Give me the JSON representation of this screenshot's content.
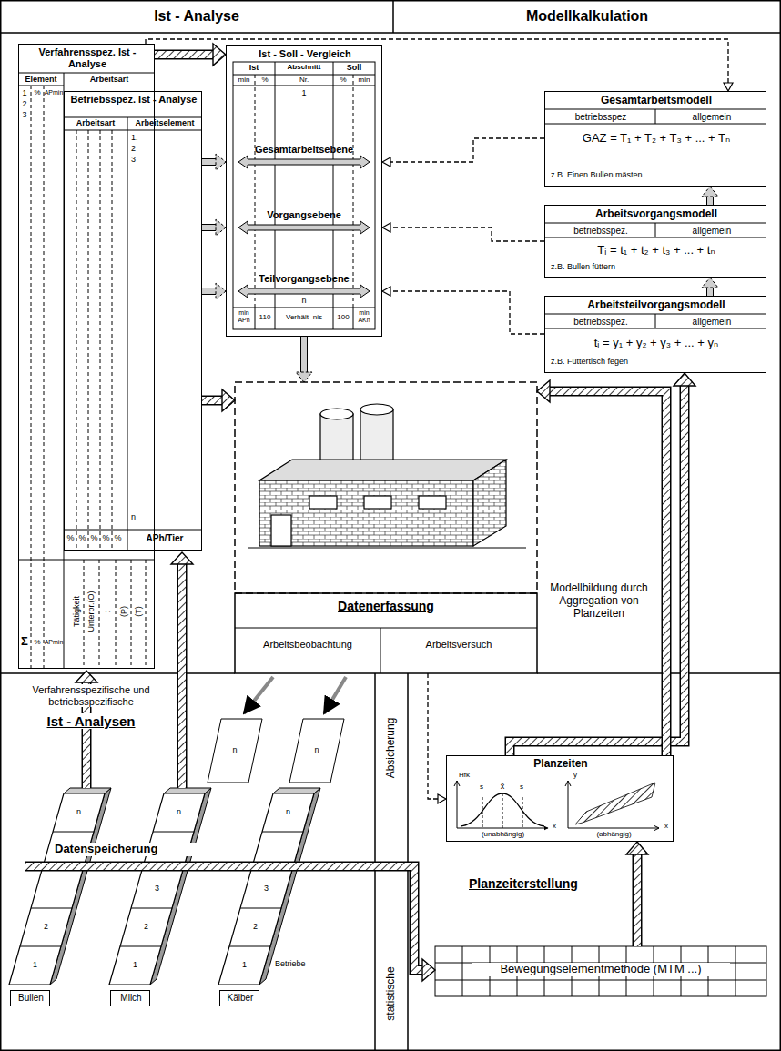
{
  "diagram": {
    "nodes": [
      {
        "text": [
          "Ist - Analyse"
        ]
      },
      {
        "text": [
          "Modellkalkulation"
        ]
      },
      {
        "text": [
          "Verfahrensspez. Ist - Analyse"
        ]
      },
      {
        "text": [
          "Betriebsspez. Ist - Analyse"
        ]
      },
      {
        "text": [
          "Ist - Soll - Vergleich"
        ]
      },
      {
        "text": [
          "Gesamtarbeitsmodell",
          "betriebsspez",
          "allgemein",
          "GAZ = T₁ + T₂ + T₃ + ... + Tₙ",
          "z.B. Einen Bullen mästen"
        ]
      },
      {
        "text": [
          "Arbeitsvorgangsmodell",
          "betriebsspez.",
          "allgemein",
          "Tᵢ = t₁ + t₂ + t₃ + ... + tₙ",
          "z.B. Bullen füttern"
        ]
      },
      {
        "text": [
          "Arbeitsteilvorgangsmodell",
          "betriebsspez.",
          "allgemein",
          "tᵢ = y₁ + y₂ + y₃ + ... + yₙ",
          "z.B. Futtertisch fegen"
        ]
      },
      {
        "text": [
          "Datenerfassung",
          "Arbeitsbeobachtung",
          "Arbeitsversuch"
        ]
      },
      {
        "text": [
          "Bullen"
        ]
      },
      {
        "text": [
          "Milch"
        ]
      },
      {
        "text": [
          "Kälber"
        ]
      },
      {
        "text": [
          "Planzeiten"
        ]
      },
      {
        "text": [
          "Bewegungselementmethode (MTM ...)"
        ]
      }
    ],
    "edges": [
      {
        "from": 2,
        "to": 5,
        "arrow": "to"
      },
      {
        "from": 2,
        "to": 4,
        "arrow": "to"
      },
      {
        "from": 3,
        "to": 4,
        "arrow": "to"
      },
      {
        "from": 3,
        "to": 4,
        "arrow": "to"
      },
      {
        "from": 3,
        "to": 4,
        "arrow": "to"
      },
      {
        "from": 5,
        "to": 4,
        "arrow": "to"
      },
      {
        "from": 6,
        "to": 4,
        "arrow": "to"
      },
      {
        "from": 7,
        "to": 4,
        "arrow": "to"
      },
      {
        "from": 7,
        "to": 6,
        "arrow": "to"
      },
      {
        "from": 6,
        "to": 5,
        "arrow": "to"
      },
      {
        "from": 4,
        "to": 8,
        "arrow": "to"
      },
      {
        "from": 3,
        "to": 8,
        "arrow": "to"
      },
      {
        "from": 12,
        "to": 7,
        "arrow": "to"
      },
      {
        "from": 12,
        "to": 8,
        "arrow": "to"
      },
      {
        "from": 13,
        "to": 12,
        "arrow": "to"
      },
      {
        "from": 8,
        "to": 12,
        "arrow": "to"
      }
    ],
    "labels": [
      "Element",
      "Arbeitsart",
      "1",
      "2",
      "3",
      "%",
      "APmin",
      "Σ",
      "%",
      "APmin",
      "Tätigkeit",
      "Unterbr.(O)",
      ":",
      "(P)",
      "(T)",
      "Arbeitsart",
      "Arbeitselement",
      "1.",
      "2",
      "3",
      "n",
      "%",
      "%",
      "%",
      "%",
      "%",
      "APh/Tier",
      "Ist",
      "Abschnitt",
      "Soll",
      "min",
      "%",
      "Nr.",
      "%",
      "min",
      "1",
      "Gesamtarbeitsebene",
      "Vorgangsebene",
      "Teilvorgangsebene",
      "n",
      "min APh",
      "110",
      "Verhält- nis",
      "100",
      "min AKh",
      "Verfahrensspezifische und betriebsspezifische",
      "Ist - Analysen",
      "Modellbildung durch Aggregation von Planzeiten",
      "Datenspeicherung",
      "1",
      "2",
      "n",
      "1",
      "2",
      "3",
      "n",
      "1",
      "2",
      "3",
      "n",
      "n",
      "n",
      "Betriebe",
      "Absicherung",
      "statistische",
      "Hfk",
      "s",
      "x̄",
      "s",
      "x",
      "(unabhängig)",
      "y",
      "x",
      "(abhängig)",
      "Planzeiterstellung"
    ]
  }
}
